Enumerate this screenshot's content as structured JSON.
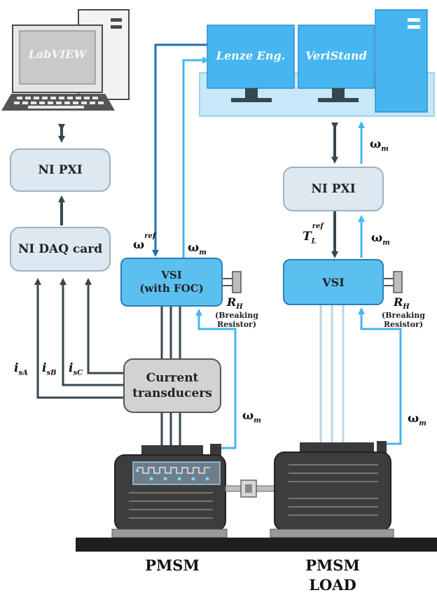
{
  "pc_left": {
    "screen_label": "LabVIEW"
  },
  "pc_right": {
    "screen1_label": "Lenze Eng.",
    "screen2_label": "VeriStand"
  },
  "left_chain": {
    "pxi_label": "NI PXI",
    "daq_label": "NI DAQ card"
  },
  "right_chain": {
    "pxi_label": "NI PXI"
  },
  "vsi_left": {
    "line1": "VSI",
    "line2": "(with FOC)"
  },
  "vsi_right": {
    "label": "VSI"
  },
  "current_transducers": {
    "line1": "Current",
    "line2": "transducers"
  },
  "resistor_left": {
    "symbol": "R",
    "sub": "H",
    "note1": "(Breaking",
    "note2": "Resistor)"
  },
  "resistor_right": {
    "symbol": "R",
    "sub": "H",
    "note1": "(Breaking",
    "note2": "Resistor)"
  },
  "signals": {
    "omega": "ω",
    "omega_sub_m": "m",
    "omega_ref_sup": "ref",
    "TL_main": "T",
    "TL_sub": "L",
    "TL_sup": "ref",
    "isA_main": "i",
    "isA_sub": "sA",
    "isB_main": "i",
    "isB_sub": "sB",
    "isC_main": "i",
    "isC_sub": "sC"
  },
  "captions": {
    "motor": "PMSM",
    "load_line1": "PMSM",
    "load_line2": "LOAD"
  },
  "colors": {
    "dark_arrow": "#37474f",
    "blue_arrow": "#1a6fb5",
    "light_blue_arrow": "#47b6f0",
    "box_blue": "#5bc0f0",
    "box_grey": "#dde8f0"
  }
}
